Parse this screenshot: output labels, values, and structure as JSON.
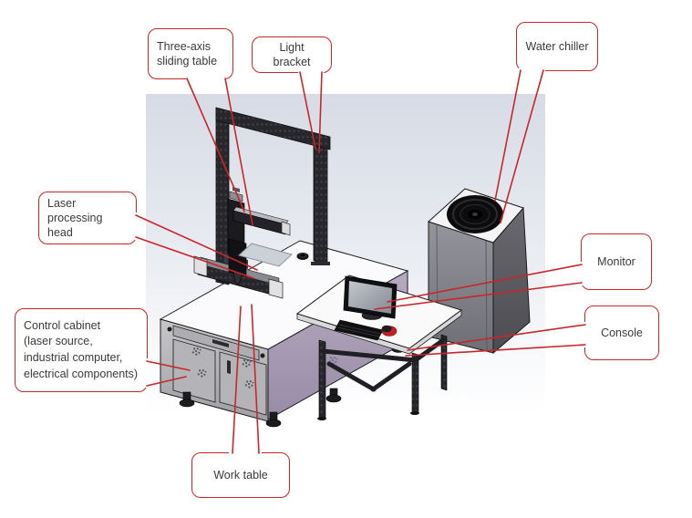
{
  "figure": {
    "type": "labeled-equipment-diagram",
    "callouts": [
      {
        "id": "three-axis-sliding-table",
        "text": "Three-axis\nsliding table"
      },
      {
        "id": "light-bracket",
        "text": "Light bracket"
      },
      {
        "id": "water-chiller",
        "text": "Water chiller"
      },
      {
        "id": "laser-processing-head",
        "text": "Laser processing\nhead"
      },
      {
        "id": "control-cabinet",
        "text": "Control cabinet\n(laser source,\nindustrial computer,\nelectrical components)"
      },
      {
        "id": "monitor",
        "text": "Monitor"
      },
      {
        "id": "console",
        "text": "Console"
      },
      {
        "id": "work-table",
        "text": "Work table"
      }
    ],
    "colors": {
      "callout_border": "#c8262c",
      "leader_line": "#c8262c",
      "backdrop_top": "#d7dbe5",
      "machine_side_panel": "#a89cb5",
      "machine_front": "#b5b5b9",
      "chiller_body": "#85858c",
      "mouse_red": "#c21f24"
    }
  }
}
